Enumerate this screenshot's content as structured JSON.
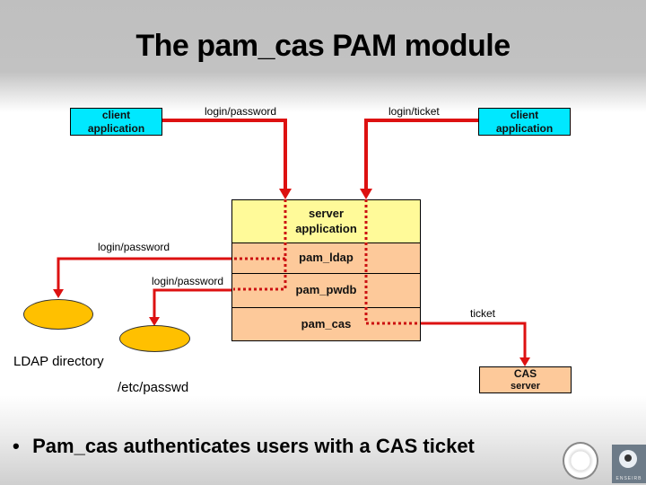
{
  "title": "The pam_cas PAM module",
  "clients": {
    "left": {
      "line1": "client",
      "line2": "application"
    },
    "right": {
      "line1": "client",
      "line2": "application"
    }
  },
  "edges": {
    "left_client_label": "login/password",
    "right_client_label": "login/ticket",
    "ldap_label": "login/password",
    "passwd_label": "login/password",
    "cas_label": "ticket"
  },
  "stack": {
    "server_app": {
      "line1": "server",
      "line2": "application"
    },
    "layers": [
      "pam_ldap",
      "pam_pwdb",
      "pam_cas"
    ]
  },
  "stores": {
    "ldap": "LDAP directory",
    "passwd": "/etc/passwd"
  },
  "cas_server": {
    "line1": "CAS",
    "line2": "server"
  },
  "bullet": {
    "symbol": "•",
    "text": "Pam_cas authenticates users with a CAS ticket"
  },
  "logos": {
    "right_text": "ENSEIRB"
  },
  "colors": {
    "wire": "#dd1111",
    "client_fill": "#00e8ff",
    "server_app_fill": "#fffa99",
    "layer_fill": "#fdc99a",
    "store_fill": "#ffc000"
  }
}
